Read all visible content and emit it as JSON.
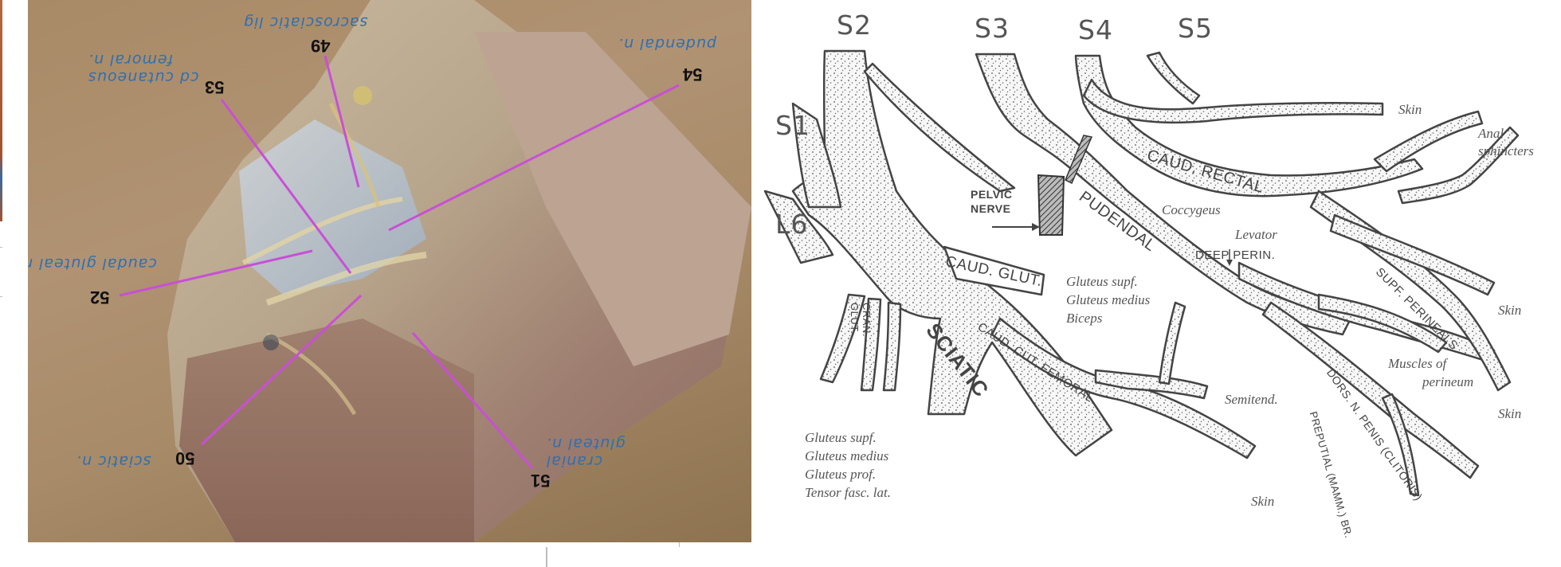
{
  "photo": {
    "labels": [
      {
        "number": "49",
        "annotation": "sacrosciatic lig"
      },
      {
        "number": "53",
        "annotation": "cd cutaneous femoral n."
      },
      {
        "number": "54",
        "annotation": "pudendal n."
      },
      {
        "number": "52",
        "annotation": "caudal gluteal n."
      },
      {
        "number": "50",
        "annotation": "sciatic n."
      },
      {
        "number": "51",
        "annotation": "cranial gluteal n."
      }
    ],
    "annotation_lines": {
      "l53a": "cd cutaneous",
      "l53b": "femoral n.",
      "l51a": "cranial",
      "l51b": "gluteal n."
    },
    "colors": {
      "leader_line": "#c94fd6",
      "handwriting": "#2f6fb0",
      "wall": "#a98a66"
    }
  },
  "diagram": {
    "segments": [
      "S1",
      "S2",
      "S3",
      "S4",
      "S5",
      "L6"
    ],
    "nerves": {
      "caud_rectal": "CAUD. RECTAL",
      "pudendal": "PUDENDAL",
      "pelvic_nerve_1": "PELVIC",
      "pelvic_nerve_2": "NERVE",
      "caud_glut": "CAUD. GLUT.",
      "cran_glut_1": "CRAN.",
      "cran_glut_2": "GLUT.",
      "sciatic": "SCIATIC",
      "caud_cut_femoral": "CAUD. CUT. FEMORAL",
      "deep_perin": "DEEP PERIN.",
      "supf_perineals": "SUPF. PERINEALS",
      "dors_n_penis": "DORS. N. PENIS (CLITORIS)",
      "preputial": "PREPUTIAL (MAMM.) BR."
    },
    "targets": {
      "skin_top": "Skin",
      "anal_1": "Anal",
      "anal_2": "sphincters",
      "coccygeus": "Coccygeus",
      "levator": "Levator",
      "caud_glut_muscles": [
        "Gluteus supf.",
        "Gluteus medius",
        "Biceps"
      ],
      "cran_glut_muscles": [
        "Gluteus supf.",
        "Gluteus medius",
        "Gluteus prof.",
        "Tensor fasc. lat."
      ],
      "semitend": "Semitend.",
      "skin_femoral": "Skin",
      "skin_supf_1": "Skin",
      "skin_supf_2": "Skin",
      "muscles_perineum_1": "Muscles of",
      "muscles_perineum_2": "perineum"
    }
  }
}
